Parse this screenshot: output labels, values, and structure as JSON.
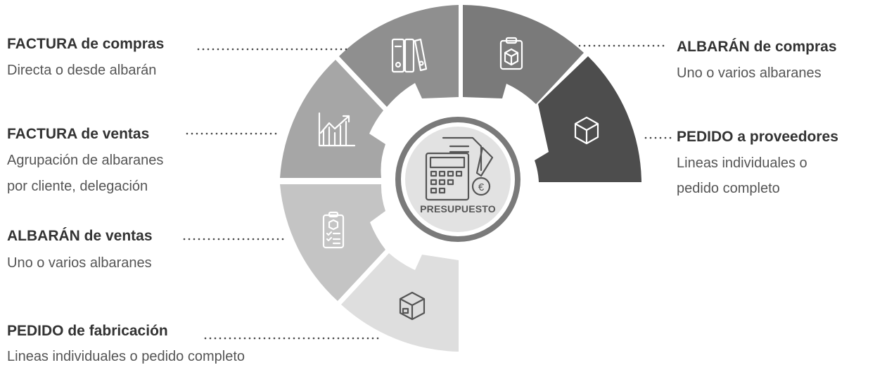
{
  "center": {
    "label": "PRESUPUESTO",
    "icon": "calculator-invoice-euro-icon"
  },
  "segments": [
    {
      "id": "albaran-compras",
      "title": "ALBARÁN de compras",
      "subtitle_lines": [
        "Uno o varios albaranes"
      ],
      "icon": "clipboard-box-icon",
      "color": "#7a7a7a"
    },
    {
      "id": "pedido-proveedores",
      "title": "PEDIDO a proveedores",
      "subtitle_lines": [
        "Lineas individuales o",
        "pedido completo"
      ],
      "icon": "box-icon",
      "color": "#4d4d4d"
    },
    {
      "id": "factura-compras",
      "title": "FACTURA de compras",
      "subtitle_lines": [
        "Directa o desde albarán"
      ],
      "icon": "binders-icon",
      "color": "#8f8f8f"
    },
    {
      "id": "factura-ventas",
      "title": "FACTURA de ventas",
      "subtitle_lines": [
        "Agrupación de albaranes",
        "por cliente, delegación"
      ],
      "icon": "chart-growth-icon",
      "color": "#a6a6a6"
    },
    {
      "id": "albaran-ventas",
      "title": "ALBARÁN de ventas",
      "subtitle_lines": [
        "Uno o varios albaranes"
      ],
      "icon": "checklist-icon",
      "color": "#c4c4c4"
    },
    {
      "id": "pedido-fabricacion",
      "title": "PEDIDO de fabricación",
      "subtitle_lines": [
        "Lineas individuales o pedido completo"
      ],
      "icon": "package-icon",
      "color": "#dedede"
    }
  ]
}
